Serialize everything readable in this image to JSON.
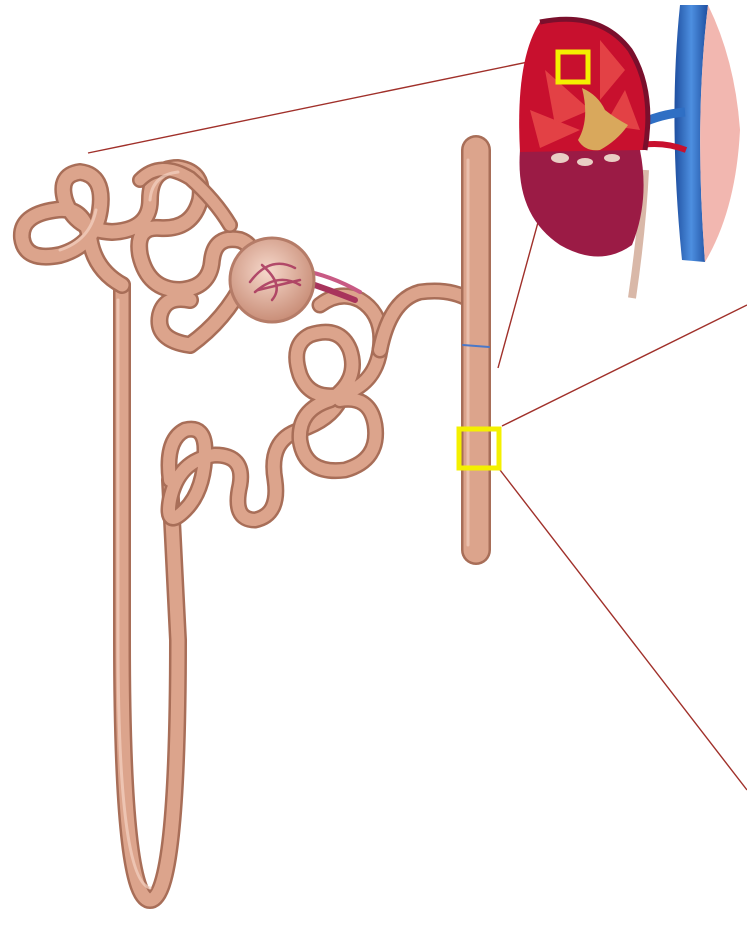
{
  "diagram": {
    "subject": "nephron-with-kidney-inset",
    "colors": {
      "tubule_fill": "#dca48c",
      "tubule_shadow": "#a86e58",
      "tubule_highlight": "#f3d2c2",
      "glomerulus_fill": "#e6b3a2",
      "glomerulus_vessels": "#a8345c",
      "kidney_cortex": "#c8102e",
      "kidney_lower": "#9b1b45",
      "kidney_pelvis": "#d9a85c",
      "vein_blue": "#2f6fc4",
      "callout_line": "#a0302a",
      "highlight_box": "#f4f000"
    },
    "callouts": [
      {
        "name": "callout-kidney-cortex-box"
      },
      {
        "name": "callout-collecting-duct-box"
      }
    ]
  }
}
